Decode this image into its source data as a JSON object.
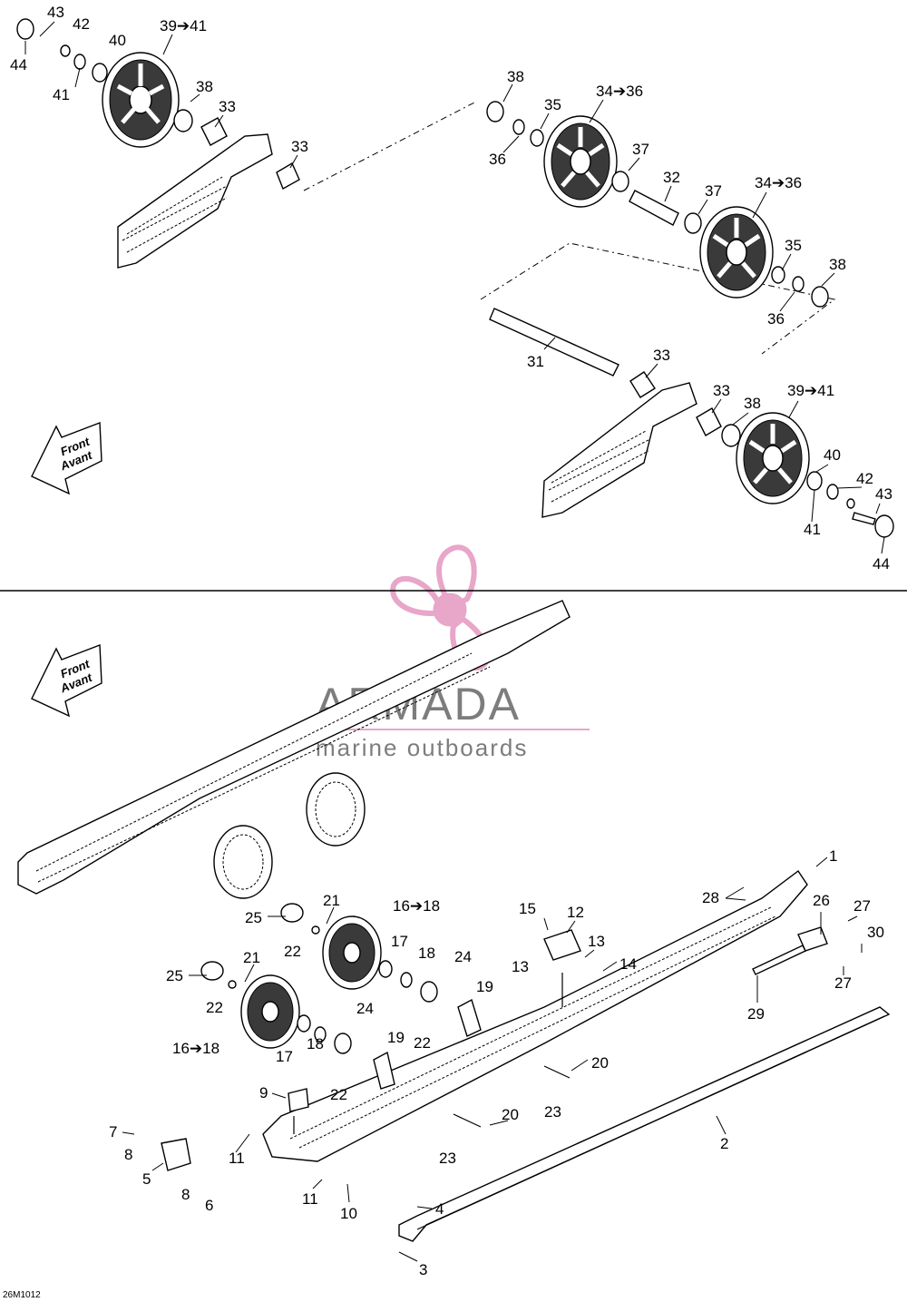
{
  "watermark": {
    "title": "ARMADA",
    "subtitle": "marine outboards",
    "color": "#7d7d7d",
    "logo_color": "#e8a6c9"
  },
  "direction_arrow": {
    "line1": "Front",
    "line2": "Avant"
  },
  "figure_code": "26M1012",
  "top_callouts": [
    "43",
    "42",
    "44",
    "41",
    "40",
    "39➔41",
    "38",
    "33",
    "33",
    "38",
    "35",
    "36",
    "34➔36",
    "37",
    "32",
    "37",
    "34➔36",
    "35",
    "38",
    "36",
    "31",
    "33",
    "33",
    "38",
    "39➔41",
    "40",
    "42",
    "43",
    "41",
    "44"
  ],
  "bottom_callouts": [
    "1",
    "28",
    "26",
    "27",
    "30",
    "27",
    "29",
    "2",
    "25",
    "21",
    "22",
    "16➔18",
    "17",
    "18",
    "24",
    "25",
    "21",
    "22",
    "19",
    "22",
    "16➔18",
    "17",
    "18",
    "24",
    "19",
    "22",
    "15",
    "12",
    "13",
    "13",
    "14",
    "20",
    "23",
    "20",
    "23",
    "9",
    "7",
    "8",
    "5",
    "8",
    "6",
    "11",
    "11",
    "10",
    "4",
    "3"
  ]
}
